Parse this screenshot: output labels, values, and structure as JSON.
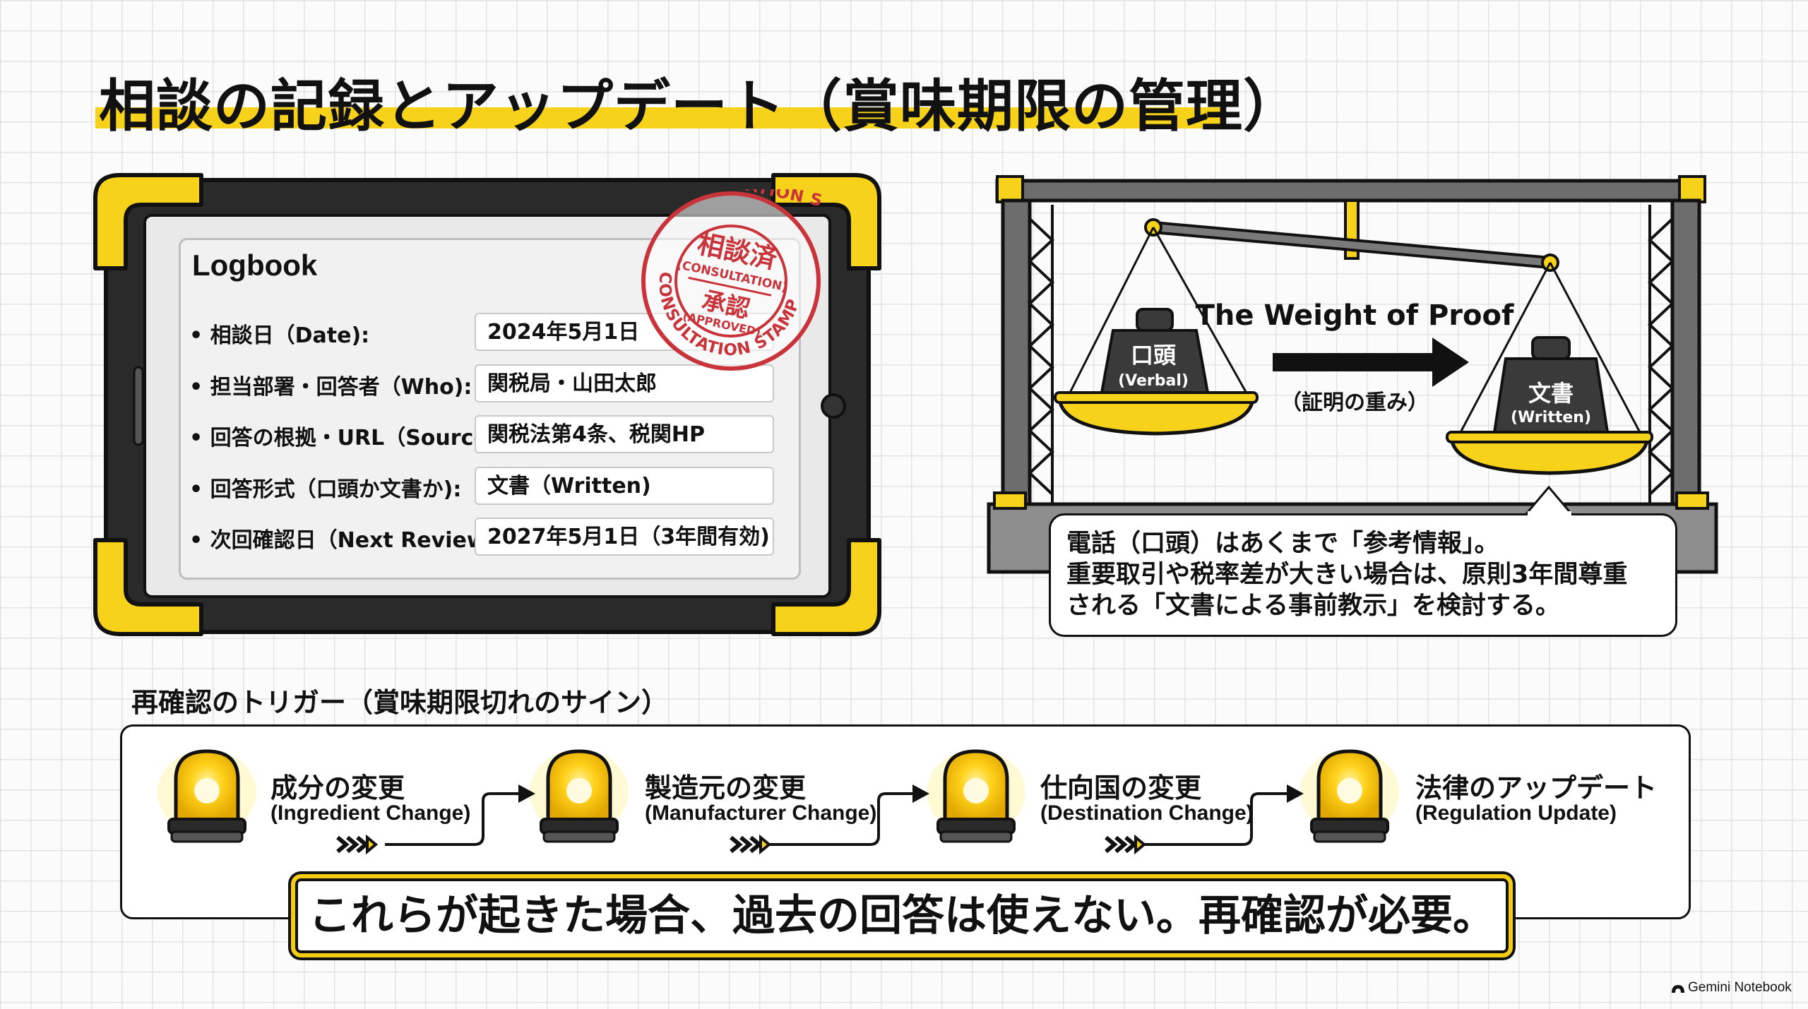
{
  "title": "相談の記録とアップデート（賞味期限の管理）",
  "logbook": {
    "heading": "Logbook",
    "rows": [
      {
        "label": "• 相談日（Date):",
        "value": "2024年5月1日"
      },
      {
        "label": "• 担当部署・回答者（Who):",
        "value": "関税局・山田太郎"
      },
      {
        "label": "• 回答の根拠・URL（Source):",
        "value": "関税法第4条、税関HP"
      },
      {
        "label": "• 回答形式（口頭か文書か):",
        "value": "文書（Written)"
      },
      {
        "label": "• 次回確認日（Next Review):",
        "value": "2027年5月1日（3年間有効)"
      }
    ],
    "stamp": {
      "ring_text": "CONSULTATION STAMP",
      "main": "相談済",
      "main_sub": "(CONSULTATION)",
      "second": "承認",
      "second_sub": "(APPROVED)"
    }
  },
  "scale": {
    "heading": "The Weight of Proof",
    "subheading": "（証明の重み）",
    "left_weight": {
      "jp": "口頭",
      "en": "(Verbal)"
    },
    "right_weight": {
      "jp": "文書",
      "en": "(Written)"
    },
    "note_lines": [
      "電話（口頭）はあくまで「参考情報」。",
      "重要取引や税率差が大きい場合は、原則3年間尊重",
      "される「文書による事前教示」を検討する。"
    ]
  },
  "triggers": {
    "heading": "再確認のトリガー（賞味期限切れのサイン）",
    "items": [
      {
        "jp": "成分の変更",
        "en": "(Ingredient Change)"
      },
      {
        "jp": "製造元の変更",
        "en": "(Manufacturer Change)"
      },
      {
        "jp": "仕向国の変更",
        "en": "(Destination Change)"
      },
      {
        "jp": "法律のアップデート",
        "en": "(Regulation Update)"
      }
    ],
    "conclusion": "これらが起きた場合、過去の回答は使えない。再確認が必要。"
  },
  "footer": "Gemini Notebook",
  "colors": {
    "accent": "#f7d21a",
    "dark": "#111111",
    "stamp": "#c9333a",
    "frame": "#5b5b5b"
  }
}
